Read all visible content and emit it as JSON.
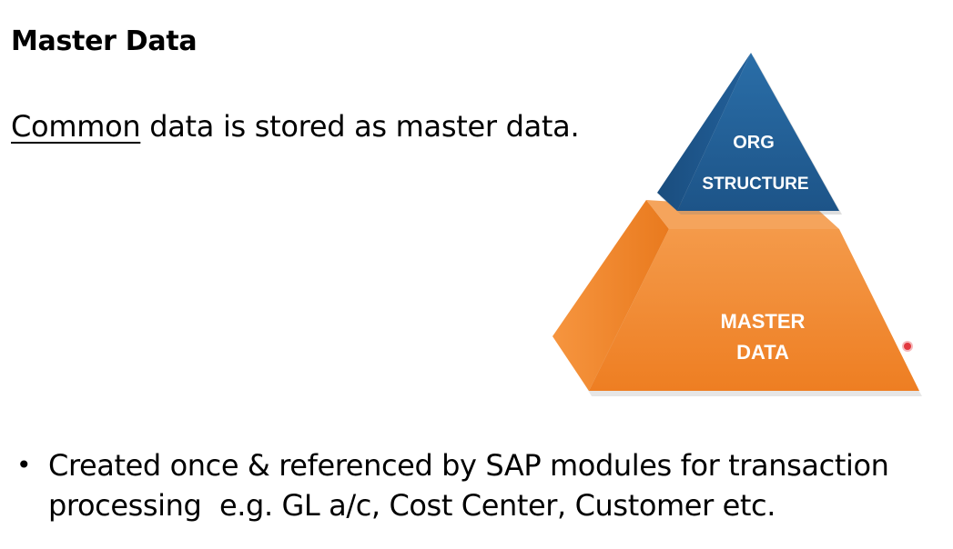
{
  "slide": {
    "title": "Master Data",
    "subtitle_underlined": "Common",
    "subtitle_rest": " data is stored as master data."
  },
  "diagram": {
    "top_tier": {
      "line1": "ORG",
      "line2": "STRUCTURE",
      "color": "#1f5a91"
    },
    "bottom_tier": {
      "line1": "MASTER",
      "line2": "DATA",
      "color": "#f2862f"
    }
  },
  "bullets": [
    {
      "line1": "Created once & referenced by SAP modules for transaction",
      "line2": "processing  e.g. GL a/c, Cost Center, Customer etc."
    }
  ]
}
